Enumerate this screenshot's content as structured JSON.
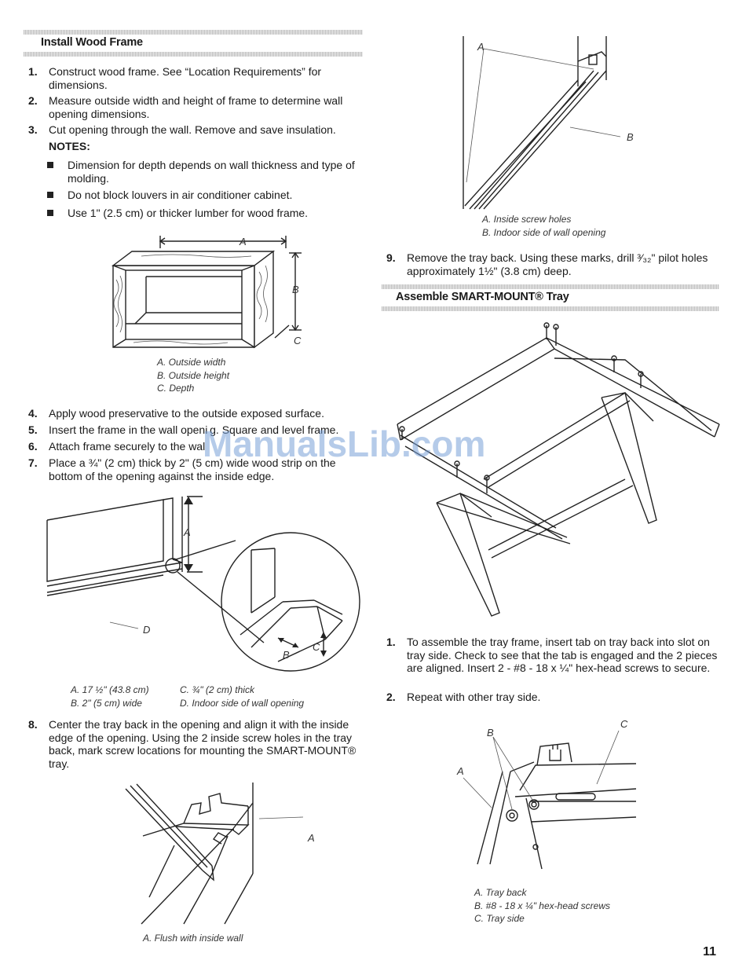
{
  "left": {
    "section_title": "Install Wood Frame",
    "steps_a": [
      {
        "num": "1.",
        "text": "Construct wood frame. See “Location Requirements” for dimensions."
      },
      {
        "num": "2.",
        "text": "Measure outside width and height of frame to determine wall opening dimensions."
      },
      {
        "num": "3.",
        "text": "Cut opening through the wall. Remove and save insulation."
      }
    ],
    "notes_label": "NOTES:",
    "bullets": [
      "Dimension for depth depends on wall thickness and type of molding.",
      "Do not block louvers in air conditioner cabinet.",
      "Use 1\" (2.5 cm) or thicker lumber for wood frame."
    ],
    "frame_figure": {
      "labels": {
        "a": "A",
        "b": "B",
        "c": "C"
      },
      "captions": [
        "A. Outside width",
        "B. Outside height",
        "C. Depth"
      ]
    },
    "steps_b": [
      {
        "num": "4.",
        "text": "Apply wood preservative to the outside exposed surface."
      },
      {
        "num": "5.",
        "text": "Insert the frame in the wall openi g. Square and level frame."
      },
      {
        "num": "6.",
        "text": "Attach frame securely to the wal"
      },
      {
        "num": "7.",
        "text": "Place a ¾\" (2 cm) thick by 2\" (5 cm) wide wood strip on the bottom of the opening against the inside edge."
      }
    ],
    "strip_figure": {
      "labels": {
        "a": "A",
        "b": "B",
        "c": "C",
        "d": "D"
      },
      "captions": {
        "a": "A. 17 ½\" (43.8 cm)",
        "b": "B. 2\" (5 cm) wide",
        "c": "C. ¾\" (2 cm) thick",
        "d": "D. Indoor side of wall opening"
      }
    },
    "step_8": {
      "num": "8.",
      "text": "Center the tray back in the opening and align it with the inside edge of the opening. Using the 2 inside screw holes in the tray back, mark screw locations for mounting the SMART-MOUNT® tray."
    },
    "mark_figure": {
      "labels": {
        "a": "A"
      },
      "caption": "A. Flush with inside wall"
    }
  },
  "right": {
    "hole_figure": {
      "labels": {
        "a": "A",
        "b": "B"
      },
      "captions": [
        "A. Inside screw holes",
        "B. Indoor side of wall opening"
      ]
    },
    "step_9": {
      "num": "9.",
      "text": "Remove the tray back. Using these marks, drill ³⁄₃₂\" pilot holes approximately 1½\" (3.8 cm) deep."
    },
    "section_title": "Assemble SMART-MOUNT® Tray",
    "steps": [
      {
        "num": "1.",
        "text": "To assemble the tray frame, insert tab on tray back into slot on tray side. Check to see that the tab is engaged and the 2 pieces are aligned. Insert 2 - #8 - 18 x ¼\" hex-head screws to secure."
      },
      {
        "num": "2.",
        "text": "Repeat with other tray side."
      }
    ],
    "screw_figure": {
      "labels": {
        "a": "A",
        "b": "B",
        "c": "C"
      },
      "captions": [
        "A. Tray back",
        "B. #8 - 18 x ¼\" hex-head screws",
        "C. Tray side"
      ]
    }
  },
  "watermark": "ManualsLib.com",
  "page_number": "11"
}
